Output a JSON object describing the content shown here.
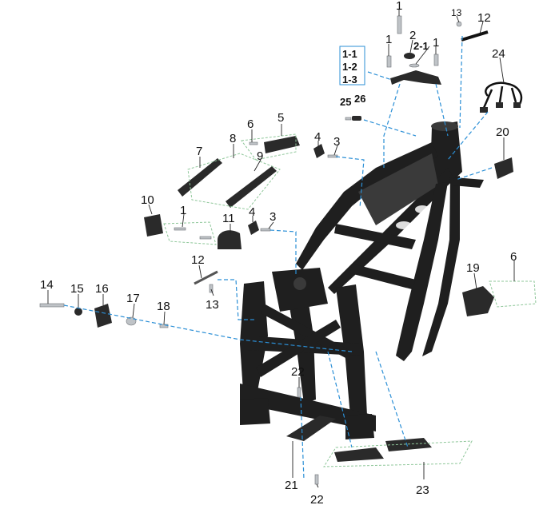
{
  "diagram": {
    "callouts": [
      {
        "id": "c1a",
        "label": "1"
      },
      {
        "id": "c1b",
        "label": "1"
      },
      {
        "id": "c1c",
        "label": "1"
      },
      {
        "id": "c1d",
        "label": "1"
      },
      {
        "id": "c2",
        "label": "2"
      },
      {
        "id": "c2-1",
        "label": "2-1"
      },
      {
        "id": "c3a",
        "label": "3"
      },
      {
        "id": "c3b",
        "label": "3"
      },
      {
        "id": "c4a",
        "label": "4"
      },
      {
        "id": "c4b",
        "label": "4"
      },
      {
        "id": "c5",
        "label": "5"
      },
      {
        "id": "c6a",
        "label": "6"
      },
      {
        "id": "c6b",
        "label": "6"
      },
      {
        "id": "c7",
        "label": "7"
      },
      {
        "id": "c8",
        "label": "8"
      },
      {
        "id": "c9",
        "label": "9"
      },
      {
        "id": "c10",
        "label": "10"
      },
      {
        "id": "c11",
        "label": "11"
      },
      {
        "id": "c12a",
        "label": "12"
      },
      {
        "id": "c12b",
        "label": "12"
      },
      {
        "id": "c13a",
        "label": "13"
      },
      {
        "id": "c13b",
        "label": "13"
      },
      {
        "id": "c14",
        "label": "14"
      },
      {
        "id": "c15",
        "label": "15"
      },
      {
        "id": "c16",
        "label": "16"
      },
      {
        "id": "c17",
        "label": "17"
      },
      {
        "id": "c18",
        "label": "18"
      },
      {
        "id": "c19",
        "label": "19"
      },
      {
        "id": "c20",
        "label": "20"
      },
      {
        "id": "c21",
        "label": "21"
      },
      {
        "id": "c22a",
        "label": "22"
      },
      {
        "id": "c22b",
        "label": "22"
      },
      {
        "id": "c23",
        "label": "23"
      },
      {
        "id": "c24",
        "label": "24"
      },
      {
        "id": "c25",
        "label": "25"
      },
      {
        "id": "c26",
        "label": "26"
      }
    ],
    "boxed_group": [
      "1-1",
      "1-2",
      "1-3"
    ],
    "colors": {
      "leader_line": "#2b8fd6",
      "group_outline": "#8fc79a",
      "part_fill": "#1f1f1f"
    }
  }
}
